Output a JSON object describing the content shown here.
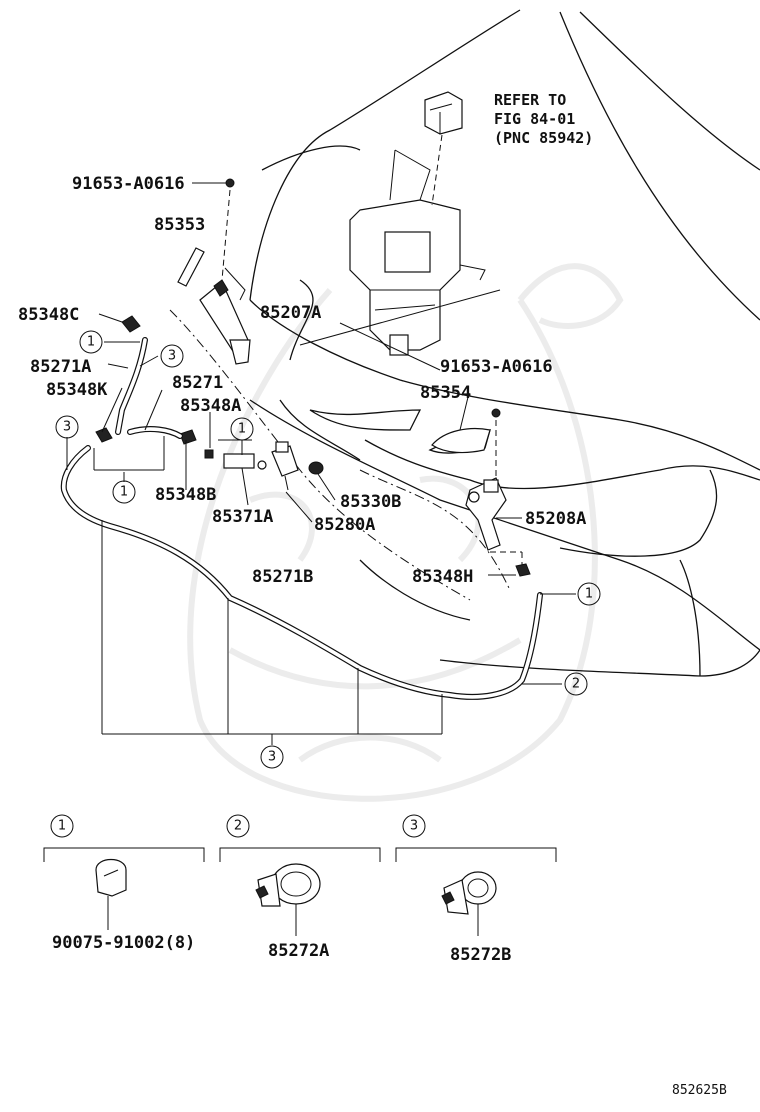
{
  "refer_note": {
    "line1": "REFER TO",
    "line2": "FIG 84-01",
    "line3": "(PNC 85942)"
  },
  "part_labels": {
    "p_91653_top": "91653-A0616",
    "p_85353": "85353",
    "p_85348C": "85348C",
    "p_85207A": "85207A",
    "p_85271A": "85271A",
    "p_85348K": "85348K",
    "p_85271": "85271",
    "p_85348A": "85348A",
    "p_85348B": "85348B",
    "p_85371A": "85371A",
    "p_85280A": "85280A",
    "p_85330B": "85330B",
    "p_91653_mid": "91653-A0616",
    "p_85354": "85354",
    "p_85208A": "85208A",
    "p_85348H": "85348H",
    "p_85271B": "85271B"
  },
  "callouts": {
    "c1": "1",
    "c2": "2",
    "c3": "3"
  },
  "legend": {
    "item1": {
      "number": "1",
      "part": "90075-91002(8)"
    },
    "item2": {
      "number": "2",
      "part": "85272A"
    },
    "item3": {
      "number": "3",
      "part": "85272B"
    }
  },
  "figure_code": "852625B"
}
